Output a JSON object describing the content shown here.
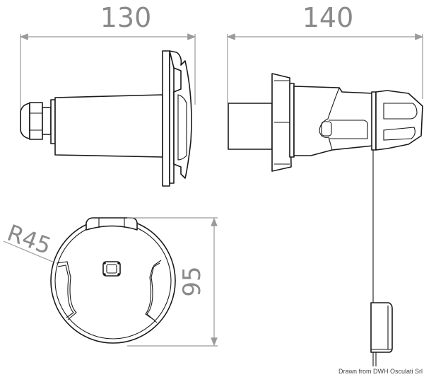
{
  "drawing": {
    "views": [
      {
        "name": "side-view-socket",
        "dimension_label": "130",
        "dimension_axis": "horizontal"
      },
      {
        "name": "side-view-plug",
        "dimension_label": "140",
        "dimension_axis": "horizontal"
      },
      {
        "name": "front-view-flange",
        "radius_label": "R45",
        "dimension_label": "95",
        "dimension_axis": "vertical"
      }
    ],
    "credit": "Drawn from DWH Osculati Srl",
    "colors": {
      "dimension": "#8a8a8a",
      "outline": "#1a1a1a",
      "background": "#ffffff"
    }
  }
}
